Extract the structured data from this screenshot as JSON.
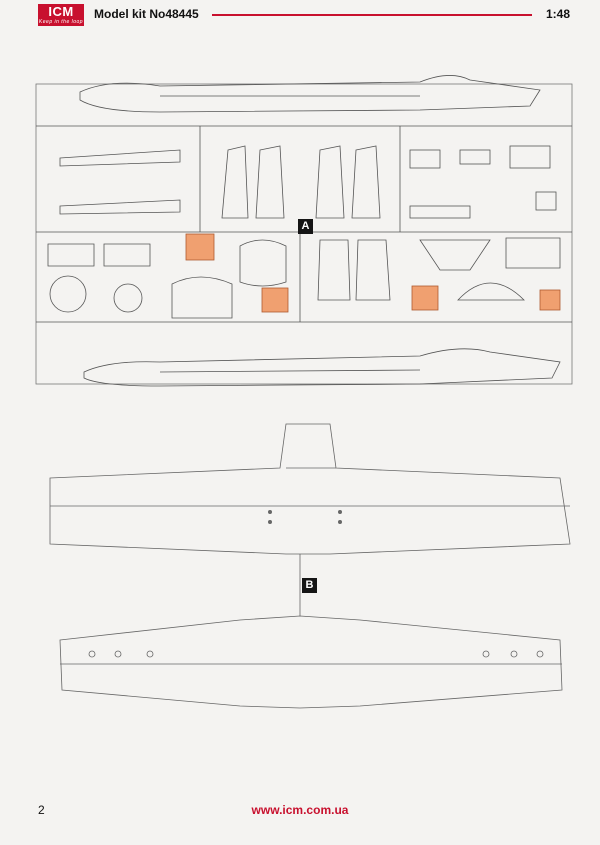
{
  "header": {
    "brand": "ICM",
    "brand_tagline": "Keep in the loop",
    "model_kit": "Model kit No48445",
    "scale": "1:48"
  },
  "sprues": [
    {
      "label": "A"
    },
    {
      "label": "B"
    }
  ],
  "footer": {
    "page_number": "2",
    "url": "www.icm.com.ua"
  },
  "colors": {
    "brand_red": "#c8102e",
    "highlight": "#f0a070",
    "line": "#555555"
  }
}
